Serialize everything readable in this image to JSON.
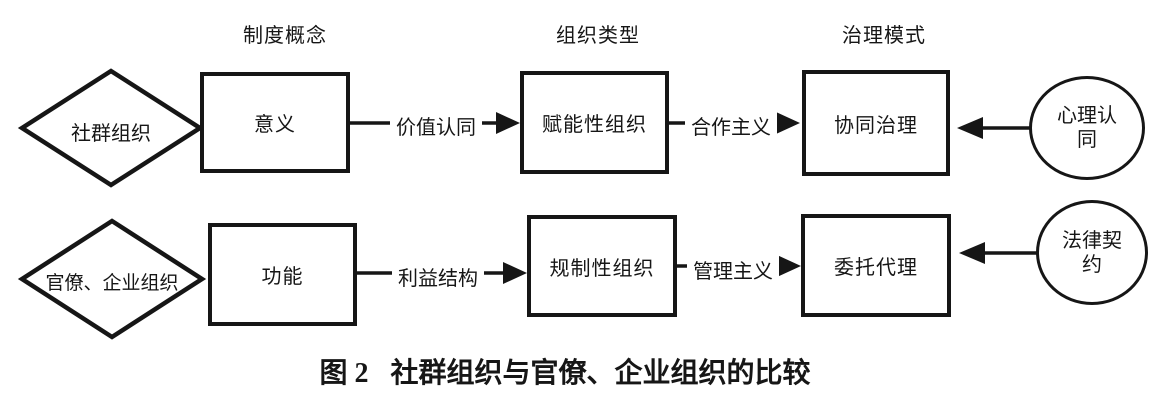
{
  "colors": {
    "stroke": "#161616",
    "background": "#ffffff"
  },
  "columns": [
    {
      "header": "制度概念"
    },
    {
      "header": "组织类型"
    },
    {
      "header": "治理模式"
    }
  ],
  "rows": [
    {
      "source_diamond": "社群组织",
      "concept_box": "意义",
      "link1_label": "价值认同",
      "type_box": "赋能性组织",
      "link2_label": "合作主义",
      "governance_box": "协同治理",
      "basis_circle": "心理认同"
    },
    {
      "source_diamond": "官僚、企业组织",
      "concept_box": "功能",
      "link1_label": "利益结构",
      "type_box": "规制性组织",
      "link2_label": "管理主义",
      "governance_box": "委托代理",
      "basis_circle": "法律契约"
    }
  ],
  "caption": {
    "number": "图 2",
    "title": "社群组织与官僚、企业组织的比较"
  }
}
